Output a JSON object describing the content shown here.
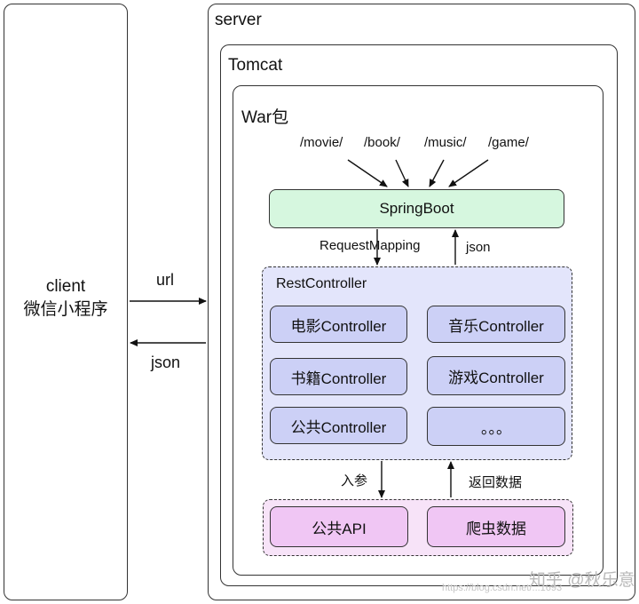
{
  "client": {
    "line1": "client",
    "line2": "微信小程序"
  },
  "edges": {
    "url": "url",
    "json": "json"
  },
  "server": {
    "label": "server"
  },
  "tomcat": {
    "label": "Tomcat"
  },
  "war": {
    "label": "War包"
  },
  "paths": [
    "/movie/",
    "/book/",
    "/music/",
    "/game/"
  ],
  "springboot": {
    "label": "SpringBoot"
  },
  "mapping": {
    "down": "RequestMapping",
    "up": "json"
  },
  "rest": {
    "label": "RestController",
    "controllers": [
      "电影Controller",
      "音乐Controller",
      "书籍Controller",
      "游戏Controller",
      "公共Controller",
      "。。。"
    ]
  },
  "flow": {
    "down": "入参",
    "up": "返回数据"
  },
  "data": {
    "items": [
      "公共API",
      "爬虫数据"
    ]
  },
  "watermark": {
    "text": "知乎 @秋乐意",
    "url": "https://blog.csdn.net/...1693"
  }
}
